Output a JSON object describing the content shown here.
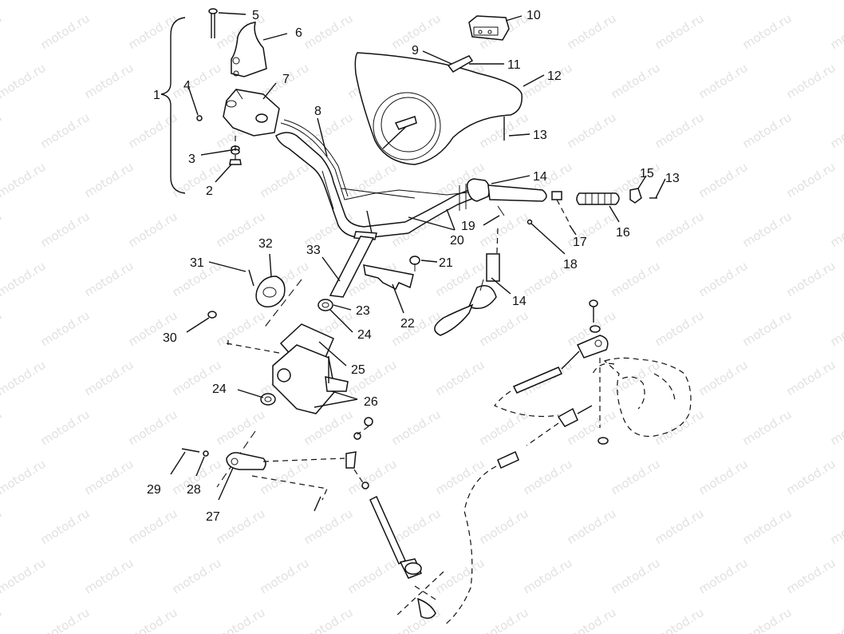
{
  "watermark": {
    "text": "motod.ru"
  },
  "callouts": [
    {
      "id": "c1",
      "text": "1"
    },
    {
      "id": "c2",
      "text": "2"
    },
    {
      "id": "c3",
      "text": "3"
    },
    {
      "id": "c4",
      "text": "4"
    },
    {
      "id": "c5",
      "text": "5"
    },
    {
      "id": "c6",
      "text": "6"
    },
    {
      "id": "c7",
      "text": "7"
    },
    {
      "id": "c8",
      "text": "8"
    },
    {
      "id": "c9",
      "text": "9"
    },
    {
      "id": "c10",
      "text": "10"
    },
    {
      "id": "c11",
      "text": "11"
    },
    {
      "id": "c12",
      "text": "12"
    },
    {
      "id": "c13a",
      "text": "13"
    },
    {
      "id": "c14a",
      "text": "14"
    },
    {
      "id": "c15",
      "text": "15"
    },
    {
      "id": "c13b",
      "text": "13"
    },
    {
      "id": "c16",
      "text": "16"
    },
    {
      "id": "c17",
      "text": "17"
    },
    {
      "id": "c18",
      "text": "18"
    },
    {
      "id": "c19",
      "text": "19"
    },
    {
      "id": "c20",
      "text": "20"
    },
    {
      "id": "c21",
      "text": "21"
    },
    {
      "id": "c22",
      "text": "22"
    },
    {
      "id": "c14b",
      "text": "14"
    },
    {
      "id": "c23",
      "text": "23"
    },
    {
      "id": "c24a",
      "text": "24"
    },
    {
      "id": "c25",
      "text": "25"
    },
    {
      "id": "c26",
      "text": "26"
    },
    {
      "id": "c24b",
      "text": "24"
    },
    {
      "id": "c27",
      "text": "27"
    },
    {
      "id": "c28",
      "text": "28"
    },
    {
      "id": "c29",
      "text": "29"
    },
    {
      "id": "c30",
      "text": "30"
    },
    {
      "id": "c31",
      "text": "31"
    },
    {
      "id": "c32",
      "text": "32"
    },
    {
      "id": "c33",
      "text": "33"
    }
  ]
}
